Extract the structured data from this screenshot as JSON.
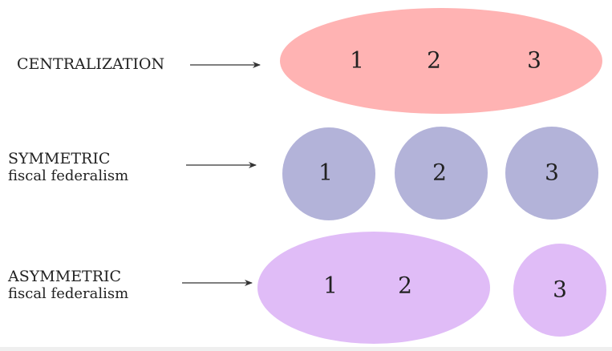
{
  "rows": [
    {
      "label": "CENTRALIZATION",
      "sublabel": "",
      "color": "#ffb3b3",
      "groups": [
        [
          "1",
          "2",
          "3"
        ]
      ]
    },
    {
      "label": "SYMMETRIC",
      "sublabel": "fiscal federalism",
      "color": "#b3b3d9",
      "groups": [
        [
          "1"
        ],
        [
          "2"
        ],
        [
          "3"
        ]
      ]
    },
    {
      "label": "ASYMMETRIC",
      "sublabel": "fiscal federalism",
      "color": "#e0bcf7",
      "groups": [
        [
          "1",
          "2"
        ],
        [
          "3"
        ]
      ]
    }
  ]
}
